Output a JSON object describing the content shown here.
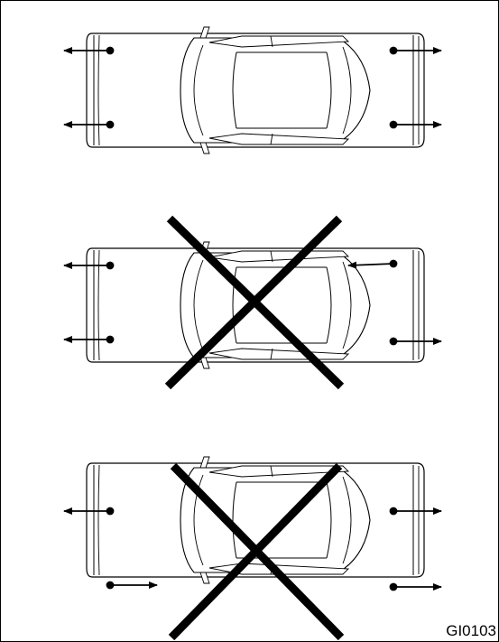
{
  "figure_code": "GI0103",
  "panels": [
    {
      "id": "correct",
      "crossed_out": false,
      "arrows": {
        "front_top": "outward",
        "front_bottom": "outward",
        "rear_top": "outward",
        "rear_bottom": "outward"
      }
    },
    {
      "id": "incorrect-rear-inward",
      "crossed_out": true,
      "arrows": {
        "front_top": "outward",
        "front_bottom": "outward",
        "rear_top": "inward",
        "rear_bottom": "outward"
      }
    },
    {
      "id": "incorrect-front-inward",
      "crossed_out": true,
      "arrows": {
        "front_top": "outward",
        "front_bottom": "inward",
        "rear_top": "outward",
        "rear_bottom": "outward"
      }
    }
  ],
  "colors": {
    "line": "#000000",
    "background": "#ffffff"
  }
}
